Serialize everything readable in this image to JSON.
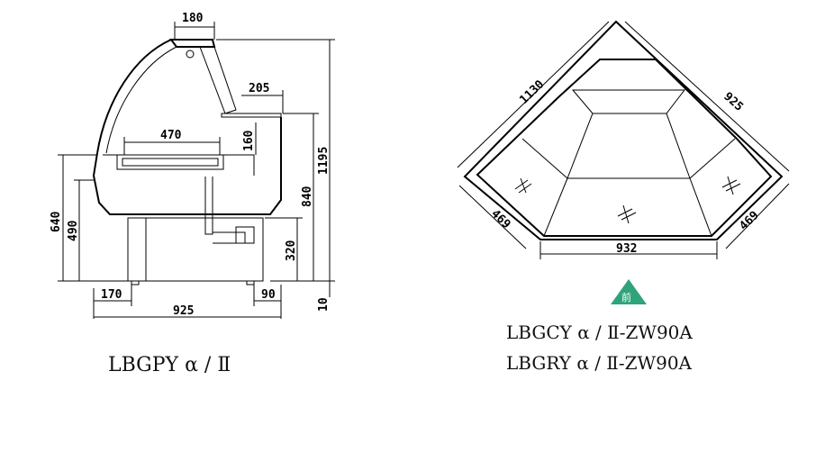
{
  "side_view": {
    "dims": {
      "top_width": "180",
      "shelf_depth": "205",
      "inner_depth": "470",
      "shelf_height": "160",
      "total_height": "1195",
      "counter_height": "840",
      "glass_height": "640",
      "front_height": "490",
      "base_height": "320",
      "foot_front": "170",
      "foot_back": "90",
      "total_depth": "925",
      "foot_height": "10"
    },
    "model_label": "LBGPY α / Ⅱ"
  },
  "top_view": {
    "dims": {
      "back_left": "1130",
      "back_right": "925",
      "side_left": "469",
      "side_right": "469",
      "front_width": "932"
    },
    "front_marker": "前",
    "front_marker_color": "#2fa37a",
    "model_labels": [
      "LBGCY α / Ⅱ-ZW90A",
      "LBGRY α / Ⅱ-ZW90A"
    ]
  }
}
